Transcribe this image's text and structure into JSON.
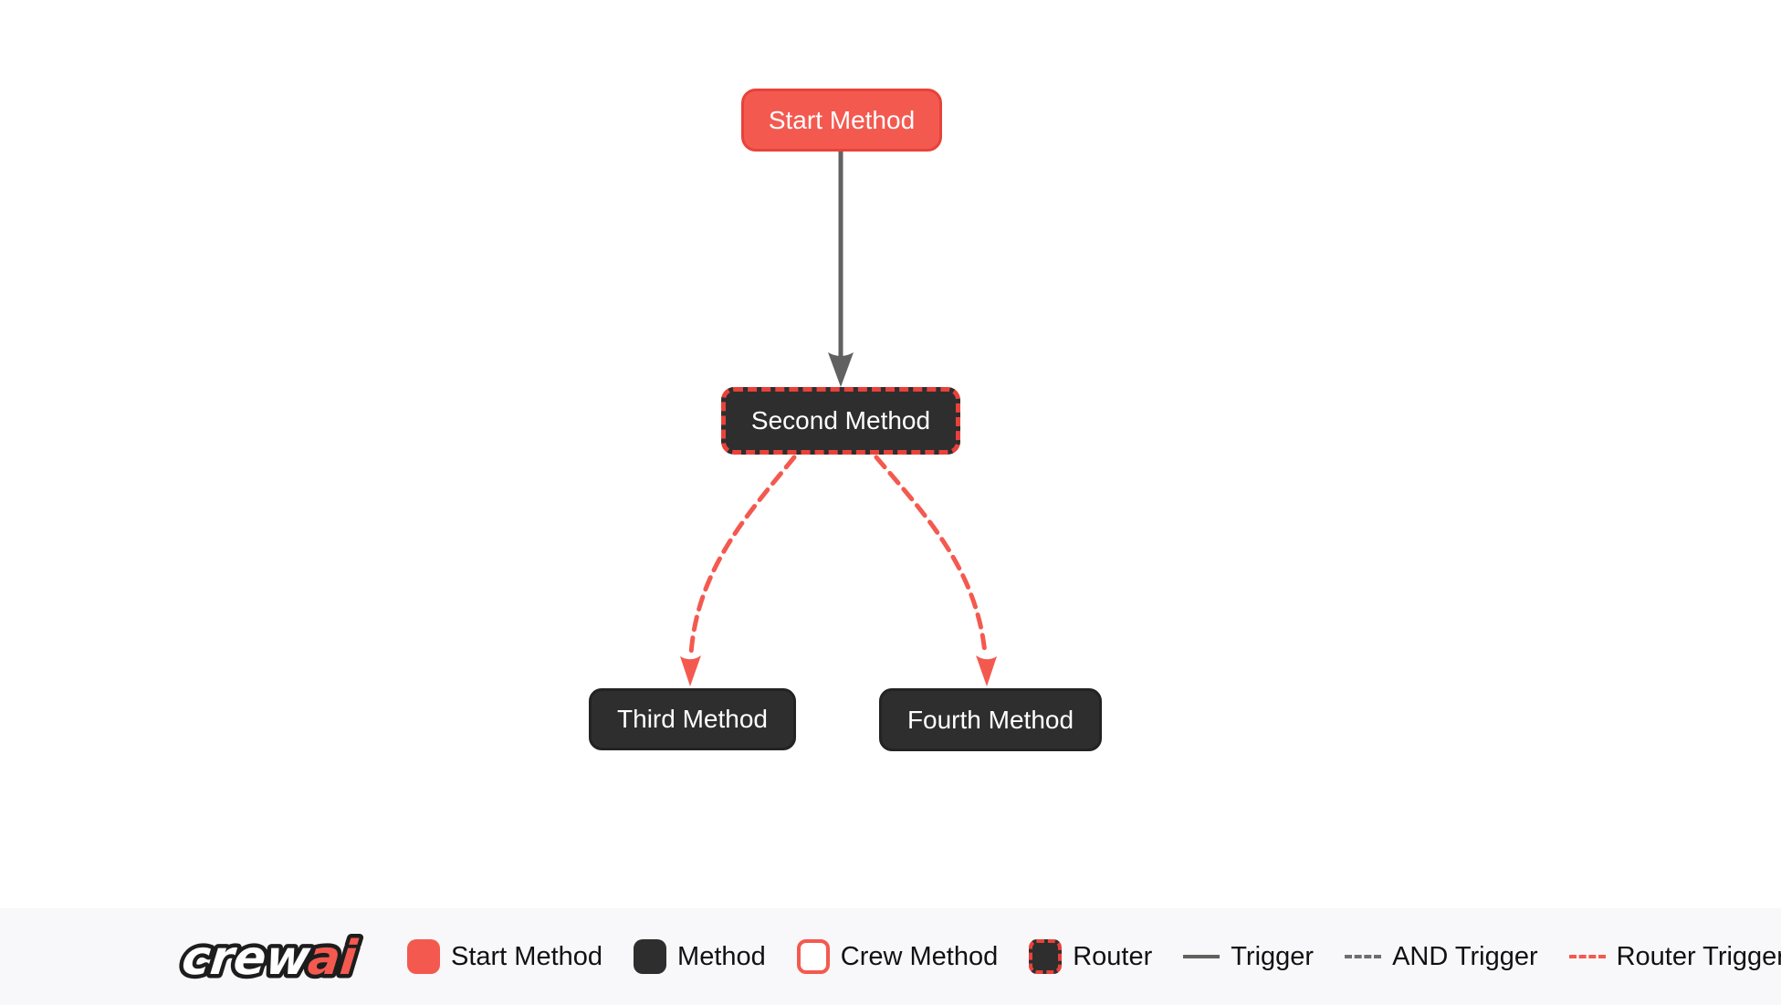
{
  "colors": {
    "red_fill": "#F4594F",
    "red_border": "#E8423A",
    "dark_fill": "#2E2E2E",
    "dark_border": "#232323",
    "edge_gray": "#616161",
    "legend_bg": "#F8F8FA",
    "background": "#FFFFFF"
  },
  "diagram": {
    "nodes": [
      {
        "id": "start_method",
        "label": "Start Method",
        "type": "start-method"
      },
      {
        "id": "second_method",
        "label": "Second Method",
        "type": "router"
      },
      {
        "id": "third_method",
        "label": "Third Method",
        "type": "method"
      },
      {
        "id": "fourth_method",
        "label": "Fourth Method",
        "type": "method"
      }
    ],
    "edges": [
      {
        "from": "start_method",
        "to": "second_method",
        "type": "trigger"
      },
      {
        "from": "second_method",
        "to": "third_method",
        "type": "router-trigger"
      },
      {
        "from": "second_method",
        "to": "fourth_method",
        "type": "router-trigger"
      }
    ]
  },
  "legend": {
    "logo": {
      "crew": "crew",
      "ai": "ai"
    },
    "items": [
      {
        "label": "Start Method",
        "swatch": "start-method-swatch"
      },
      {
        "label": "Method",
        "swatch": "method-swatch"
      },
      {
        "label": "Crew Method",
        "swatch": "crew-method-swatch"
      },
      {
        "label": "Router",
        "swatch": "router-swatch"
      },
      {
        "label": "Trigger",
        "swatch": "trigger-line"
      },
      {
        "label": "AND Trigger",
        "swatch": "and-trigger-line"
      },
      {
        "label": "Router Trigger",
        "swatch": "router-trigger-line"
      }
    ]
  }
}
